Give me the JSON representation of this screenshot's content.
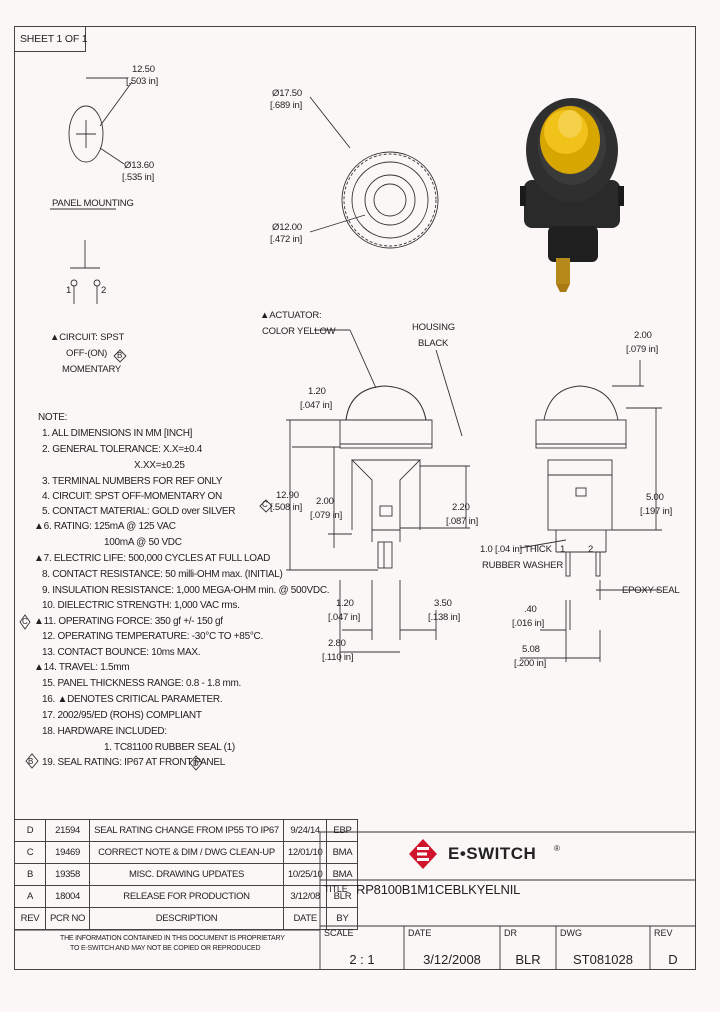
{
  "sheet": "SHEET 1 OF 1",
  "panel": {
    "dim1": "12.50",
    "dim1_in": "[.503 in]",
    "dim2": "Ø13.60",
    "dim2_in": "[.535 in]",
    "label": "PANEL MOUNTING"
  },
  "front": {
    "od": "Ø17.50",
    "od_in": "[.689 in]",
    "id": "Ø12.00",
    "id_in": "[.472 in]"
  },
  "schematic": {
    "pin1": "1",
    "pin2": "2",
    "circuit_line1": "CIRCUIT: SPST",
    "circuit_line2": "OFF-(ON)",
    "circuit_line3": "MOMENTARY",
    "circuit_rev": "B"
  },
  "side_left": {
    "actuator_line1": "ACTUATOR:",
    "actuator_line2": "COLOR YELLOW",
    "housing_line1": "HOUSING",
    "housing_line2": "BLACK",
    "d_top": "1.20",
    "d_top_in": "[.047 in]",
    "d_height": "12.90",
    "d_height_in": "[.508 in]",
    "d_height_rev": "C",
    "d_mid": "2.00",
    "d_mid_in": "[.079 in]",
    "d_body": "2.20",
    "d_body_in": "[.087 in]",
    "d_term": "1.20",
    "d_term_in": "[.047 in]",
    "d_pitch": "3.50",
    "d_pitch_in": "[.138 in]",
    "d_width": "2.80",
    "d_width_in": "[.110 in]"
  },
  "side_right": {
    "d_top": "2.00",
    "d_top_in": "[.079 in]",
    "d_right": "5.00",
    "d_right_in": "[.197 in]",
    "washer_line1": "1.0 [.04 in] THICK",
    "washer_line2": "RUBBER WASHER",
    "epoxy": "EPOXY SEAL",
    "pin1": "1",
    "pin2": "2",
    "d_pin": ".40",
    "d_pin_in": "[.016 in]",
    "d_span": "5.08",
    "d_span_in": "[.200 in]"
  },
  "notes": {
    "title": "NOTE:",
    "n1": "1. ALL DIMENSIONS IN MM [INCH]",
    "n2a": "2. GENERAL TOLERANCE: X.X=±0.4",
    "n2b": "X.XX=±0.25",
    "n3": "3. TERMINAL NUMBERS FOR REF ONLY",
    "n4": "4. CIRCUIT: SPST OFF-MOMENTARY ON",
    "n5": "5. CONTACT MATERIAL: GOLD over SILVER",
    "n6a": "6. RATING: 125mA @ 125 VAC",
    "n6b": "100mA @ 50 VDC",
    "n7": "7. ELECTRIC LIFE: 500,000 CYCLES AT FULL LOAD",
    "n8": "8. CONTACT RESISTANCE: 50 milli-OHM max. (INITIAL)",
    "n9": "9. INSULATION RESISTANCE: 1,000 MEGA-OHM min. @ 500VDC.",
    "n10": "10. DIELECTRIC STRENGTH: 1,000 VAC rms.",
    "n11": "11. OPERATING FORCE: 350 gf +/- 150 gf",
    "n11_rev": "C",
    "n12": "12. OPERATING TEMPERATURE: -30°C TO +85°C.",
    "n13": "13. CONTACT BOUNCE: 10ms MAX.",
    "n14": "14. TRAVEL: 1.5mm",
    "n15": "15. PANEL THICKNESS RANGE: 0.8 - 1.8 mm.",
    "n16": "16. ▲DENOTES CRITICAL PARAMETER.",
    "n17": "17. 2002/95/ED (ROHS) COMPLIANT",
    "n18": "18. HARDWARE INCLUDED:",
    "n18a": "1. TC81100 RUBBER SEAL   (1)",
    "n19": "19. SEAL RATING: IP67 AT FRONT PANEL",
    "n19_rev": "B",
    "n19_rev2": "D"
  },
  "revisions": {
    "header": [
      "REV",
      "PCR NO",
      "DESCRIPTION",
      "DATE",
      "BY"
    ],
    "rows": [
      [
        "D",
        "21594",
        "SEAL RATING CHANGE FROM IP55 TO IP67",
        "9/24/14",
        "EBP"
      ],
      [
        "C",
        "19469",
        "CORRECT NOTE & DIM / DWG CLEAN-UP",
        "12/01/10",
        "BMA"
      ],
      [
        "B",
        "19358",
        "MISC. DRAWING UPDATES",
        "10/25/10",
        "BMA"
      ],
      [
        "A",
        "18004",
        "RELEASE FOR PRODUCTION",
        "3/12/08",
        "BLR"
      ]
    ]
  },
  "proprietary": {
    "line1": "THE INFORMATION CONTAINED IN THIS DOCUMENT IS PROPRIETARY",
    "line2": "TO E-SWITCH AND MAY NOT BE COPIED OR REPRODUCED"
  },
  "title_block": {
    "brand": "E•SWITCH",
    "brand_mark": "®",
    "title_label": "TITLE",
    "title": "RP8100B1M1CEBLKYELNIL",
    "scale_label": "SCALE",
    "scale": "2 : 1",
    "date_label": "DATE",
    "date": "3/12/2008",
    "dr_label": "DR",
    "dr": "BLR",
    "dwg_label": "DWG",
    "dwg": "ST081028",
    "rev_label": "REV",
    "rev": "D"
  },
  "colors": {
    "line": "#333333",
    "actuator_yellow": "#e8b400",
    "housing_black": "#2a2a2a",
    "logo_red": "#d0142c"
  }
}
